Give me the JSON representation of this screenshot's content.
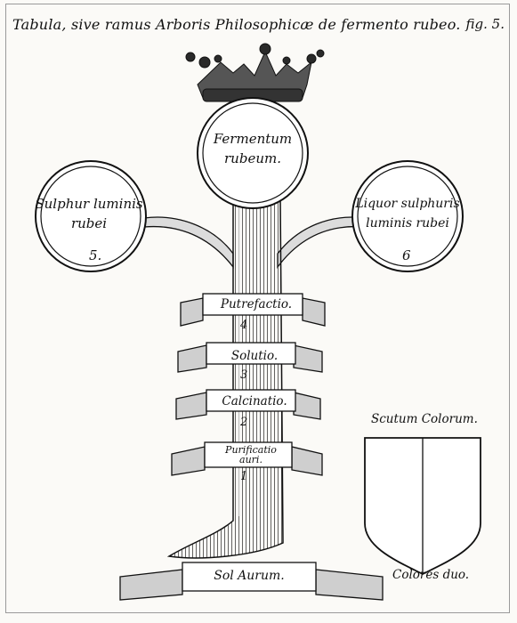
{
  "header": {
    "title": "Tabula, sive ramus Arboris Philosophicæ de fermento rubeo.",
    "figure": "fig. 5."
  },
  "circles": {
    "center": {
      "line1": "Fermentum",
      "line2": "rubeum."
    },
    "left": {
      "line1": "Sulphur luminis",
      "line2": "rubei",
      "number": "5."
    },
    "right": {
      "line1": "Liquor sulphuris",
      "line2": "luminis rubei",
      "number": "6"
    }
  },
  "banners": {
    "putrefactio": "Putrefactio.",
    "solutio": "Solutio.",
    "calcinatio": "Calcinatio.",
    "purificatio_line1": "Purificatio",
    "purificatio_line2": "auri.",
    "sol_aurum": "Sol Aurum."
  },
  "stage_numbers": {
    "n4": "4",
    "n3": "3",
    "n2": "2",
    "n1": "1"
  },
  "shield": {
    "title": "Scutum Colorum.",
    "caption": "Colores duo."
  }
}
